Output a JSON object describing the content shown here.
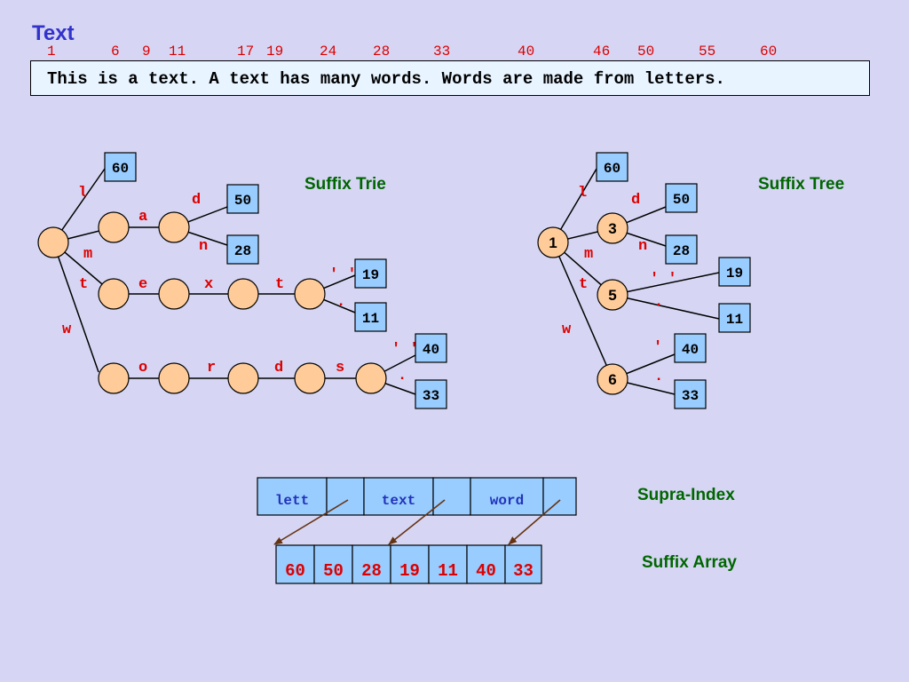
{
  "title": "Text",
  "positions": [
    "1",
    "6",
    "9",
    "11",
    "17",
    "19",
    "24",
    "28",
    "33",
    "40",
    "46",
    "50",
    "55",
    "60"
  ],
  "text": "This is a text. A text has many words. Words are made from letters.",
  "headings": {
    "suffix_trie": "Suffix Trie",
    "suffix_tree": "Suffix Tree",
    "supra_index": "Supra-Index",
    "suffix_array": "Suffix Array"
  },
  "trie": {
    "edge_labels": [
      "l",
      "a",
      "d",
      "n",
      "m",
      "t",
      "e",
      "x",
      "t",
      "w",
      "o",
      "r",
      "d",
      "s",
      "' '",
      ".",
      "' '",
      "."
    ],
    "leaves": [
      "60",
      "50",
      "28",
      "19",
      "11",
      "40",
      "33"
    ]
  },
  "tree": {
    "node_labels": [
      "1",
      "3",
      "5",
      "6"
    ],
    "edge_labels": [
      "l",
      "d",
      "n",
      "m",
      "t",
      "' '",
      ".",
      "w",
      "' '",
      "."
    ],
    "leaves": [
      "60",
      "50",
      "28",
      "19",
      "11",
      "40",
      "33"
    ]
  },
  "supra_index": [
    "lett",
    "",
    "text",
    "",
    "word",
    ""
  ],
  "suffix_array": [
    "60",
    "50",
    "28",
    "19",
    "11",
    "40",
    "33"
  ]
}
